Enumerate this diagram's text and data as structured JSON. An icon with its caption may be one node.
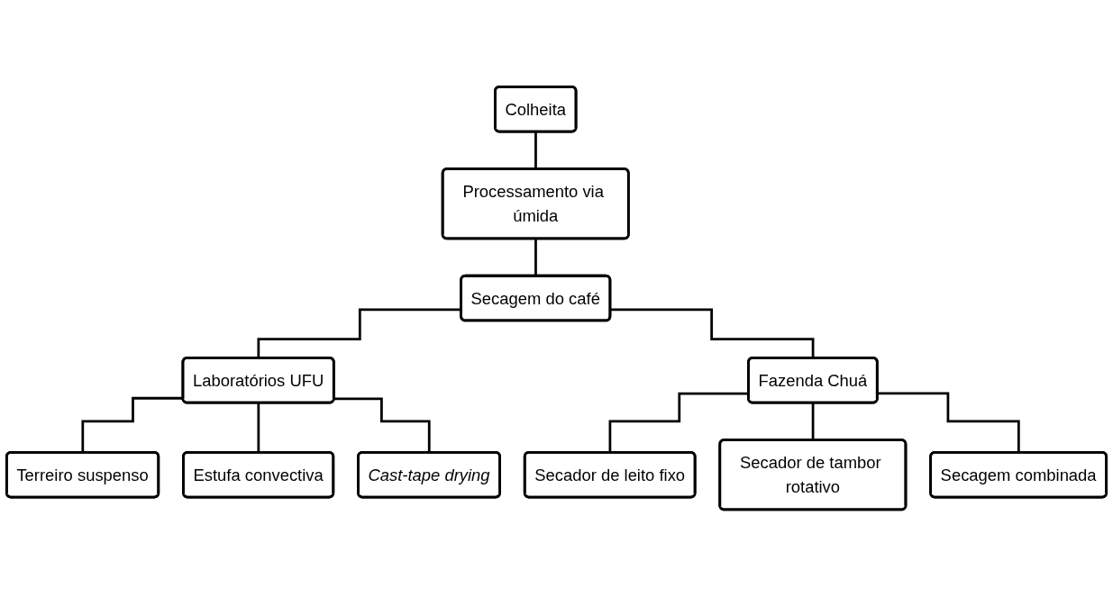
{
  "diagram": {
    "nodes": [
      {
        "text": [
          "Colheita"
        ]
      },
      {
        "text": [
          "Processamento via úmida"
        ]
      },
      {
        "text": [
          "Secagem do café"
        ]
      },
      {
        "text": [
          "Laboratórios UFU"
        ]
      },
      {
        "text": [
          "Fazenda Chuá"
        ]
      },
      {
        "text": [
          "Terreiro suspenso"
        ]
      },
      {
        "text": [
          "Estufa convectiva"
        ]
      },
      {
        "text": [
          "Cast-tape drying"
        ]
      },
      {
        "text": [
          "Secador de leito fixo"
        ]
      },
      {
        "text": [
          "Secador de tambor rotativo"
        ]
      },
      {
        "text": [
          "Secagem combinada"
        ]
      }
    ],
    "edges": [
      {
        "from": 0,
        "to": 1,
        "arrow": "none"
      },
      {
        "from": 1,
        "to": 2,
        "arrow": "none"
      },
      {
        "from": 2,
        "to": 3,
        "arrow": "none"
      },
      {
        "from": 2,
        "to": 4,
        "arrow": "none"
      },
      {
        "from": 3,
        "to": 5,
        "arrow": "none"
      },
      {
        "from": 3,
        "to": 6,
        "arrow": "none"
      },
      {
        "from": 3,
        "to": 7,
        "arrow": "none"
      },
      {
        "from": 4,
        "to": 8,
        "arrow": "none"
      },
      {
        "from": 4,
        "to": 9,
        "arrow": "none"
      },
      {
        "from": 4,
        "to": 10,
        "arrow": "none"
      }
    ]
  }
}
